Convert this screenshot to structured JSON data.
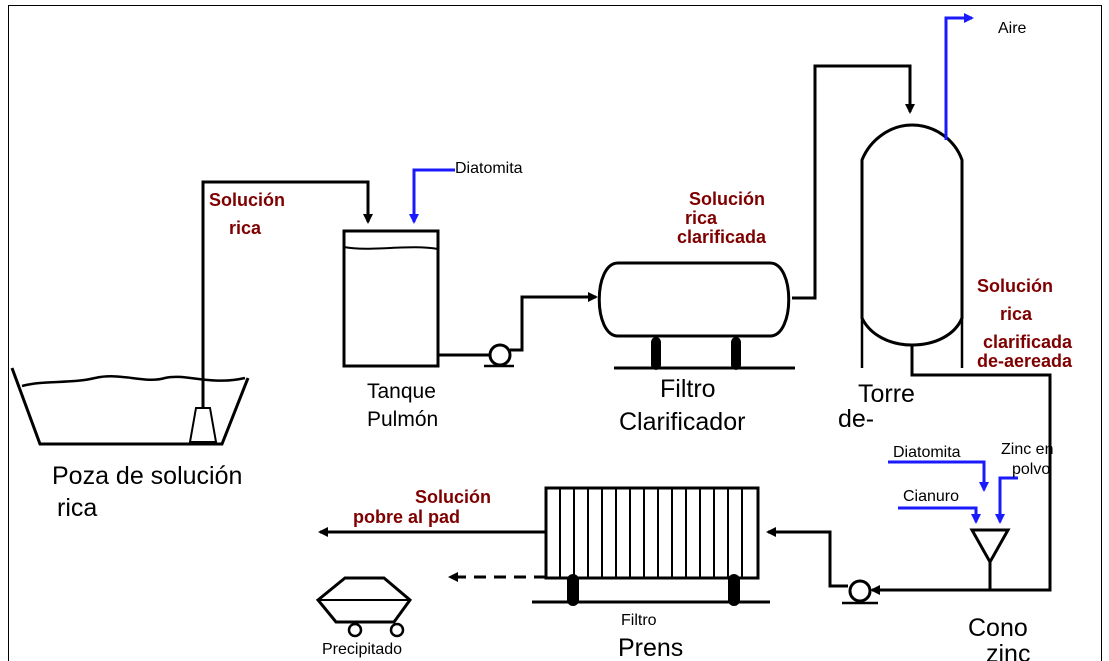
{
  "labels": {
    "aire": "Aire",
    "diatomita_top": "Diatomita",
    "solucion_rica_1": "Solución",
    "solucion_rica_2": "rica",
    "clarificada_1": "Solución",
    "clarificada_2": "rica",
    "clarificada_3": "clarificada",
    "deaereada_1": "Solución",
    "deaereada_2": "rica",
    "deaereada_3": "clarificada",
    "deaereada_4": "de-aereada",
    "tanque_1": "Tanque",
    "tanque_2": "Pulmón",
    "filtro_clar_1": "Filtro",
    "filtro_clar_2": "Clarificador",
    "torre_1": "Torre",
    "torre_2": "de-",
    "poza_1": "Poza de solución",
    "poza_2": "rica",
    "diatomita_cone": "Diatomita",
    "zinc_1": "Zinc en",
    "zinc_2": "polvo",
    "cianuro": "Cianuro",
    "pobre_1": "Solución",
    "pobre_2": "pobre al pad",
    "filtro_prensa_1": "Filtro",
    "filtro_prensa_2": "Prens",
    "cono_1": "Cono",
    "cono_2": "zinc",
    "precipitado": "Precipitado"
  },
  "colors": {
    "flow_line": "#000000",
    "reagent_line": "#1a1aff",
    "stream_label": "#7f0000"
  }
}
